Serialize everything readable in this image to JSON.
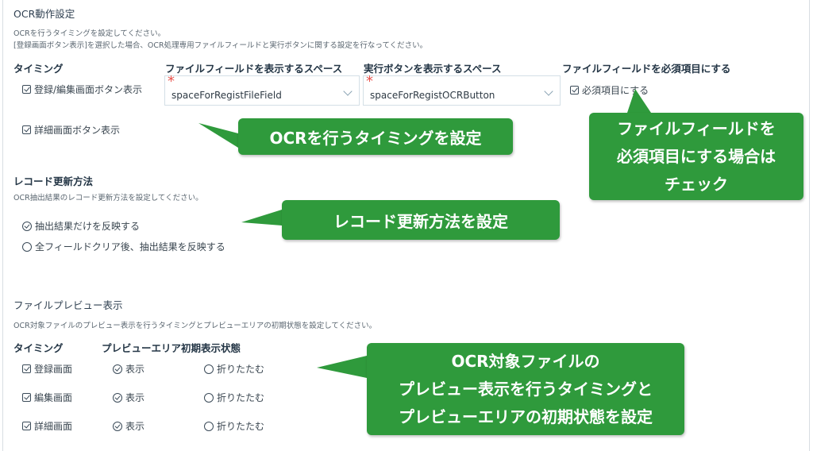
{
  "ocr_section": {
    "title": "OCR動作設定",
    "desc_line1": "OCRを行うタイミングを設定してください。",
    "desc_line2": "[登録画面ボタン表示]を選択した場合、OCR処理専用ファイルフィールドと実行ボタンに関する設定を行なってください。",
    "timing_label": "タイミング",
    "file_field_space_label": "ファイルフィールドを表示するスペース",
    "exec_button_space_label": "実行ボタンを表示するスペース",
    "required_label": "ファイルフィールドを必須項目にする",
    "timing_options": [
      {
        "label": "登録/編集画面ボタン表示",
        "checked": true
      },
      {
        "label": "詳細画面ボタン表示",
        "checked": true
      }
    ],
    "file_field_space_value": "spaceForRegistFileField",
    "exec_button_space_value": "spaceForRegistOCRButton",
    "required_checkbox_label": "必須項目にする",
    "required_checked": true
  },
  "record_update": {
    "title": "レコード更新方法",
    "desc": "OCR抽出結果のレコード更新方法を設定してください。",
    "options": [
      {
        "label": "抽出結果だけを反映する",
        "selected": true
      },
      {
        "label": "全フィールドクリア後、抽出結果を反映する",
        "selected": false
      }
    ]
  },
  "preview_section": {
    "title": "ファイルプレビュー表示",
    "desc": "OCR対象ファイルのプレビュー表示を行うタイミングとプレビューエリアの初期状態を設定してください。",
    "timing_label": "タイミング",
    "initial_state_label": "プレビューエリア初期表示状態",
    "rows": [
      {
        "timing": "登録画面",
        "checked": true,
        "show": "表示",
        "collapse": "折りたたむ",
        "selected": "show"
      },
      {
        "timing": "編集画面",
        "checked": true,
        "show": "表示",
        "collapse": "折りたたむ",
        "selected": "show"
      },
      {
        "timing": "詳細画面",
        "checked": true,
        "show": "表示",
        "collapse": "折りたたむ",
        "selected": "show"
      }
    ]
  },
  "callouts": {
    "timing": "OCRを行うタイミングを設定",
    "required": "ファイルフィールドを\n必須項目にする場合は\nチェック",
    "record_update": "レコード更新方法を設定",
    "preview": "OCR対象ファイルの\nプレビュー表示を行うタイミングと\nプレビューエリアの初期状態を設定"
  },
  "colors": {
    "callout_bg": "#2f9a3c",
    "required_mark": "#e8514b",
    "frame_border": "#d8dde2"
  }
}
